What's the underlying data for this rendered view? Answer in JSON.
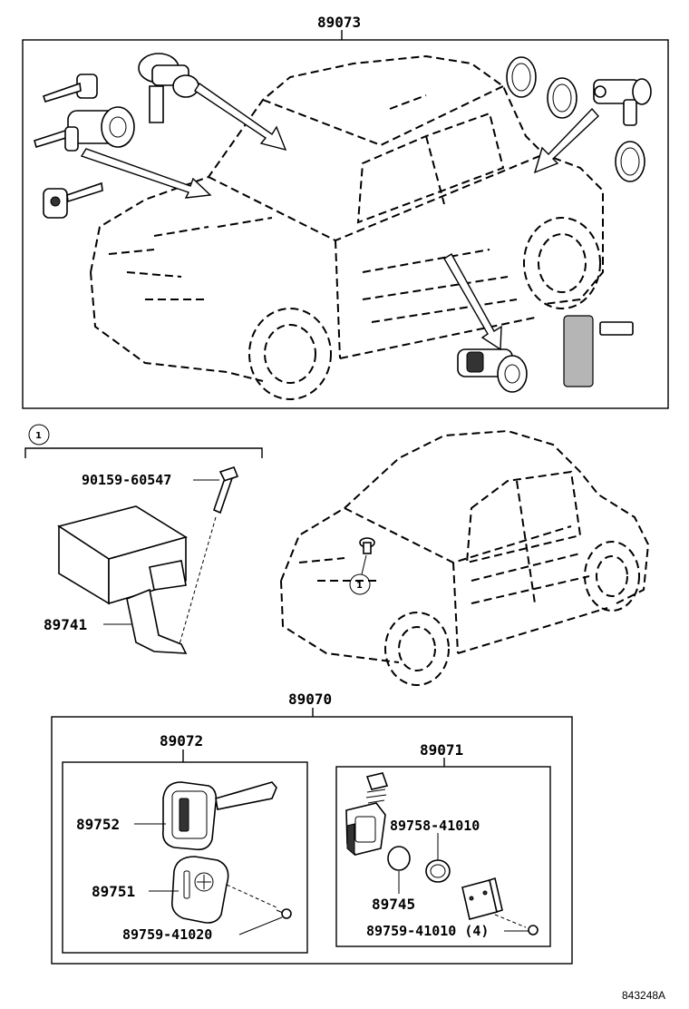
{
  "parts": {
    "p89073": "89073",
    "p90159": "90159-60547",
    "p89741": "89741",
    "p89070": "89070",
    "p89072": "89072",
    "p89071": "89071",
    "p89752": "89752",
    "p89751": "89751",
    "p89759a": "89759-41020",
    "p89758": "89758-41010",
    "p89745": "89745",
    "p89759b": "89759-41010 (4)"
  },
  "callout": {
    "ref1_top": "1",
    "ref1_car": "1"
  },
  "footer": {
    "figure_code": "843248A"
  }
}
